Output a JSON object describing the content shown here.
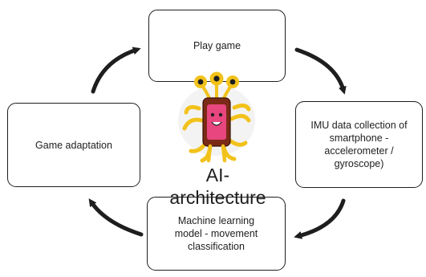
{
  "nodes": {
    "play_game": "Play game",
    "imu": {
      "line1": "IMU data collection of",
      "line2": "smartphone  -",
      "line3": "accelerometer /",
      "line4": "gyroscope)"
    },
    "ml": {
      "line1": "Machine learning",
      "line2": "model - movement",
      "line3": "classification"
    },
    "adaptation": "Game adaptation"
  },
  "center": {
    "label": "AI-architecture",
    "image": "yellow-monster-robot-figure"
  },
  "arrows": [
    "arrow-play-to-imu",
    "arrow-imu-to-ml",
    "arrow-ml-to-adaptation",
    "arrow-adaptation-to-play"
  ],
  "colors": {
    "stroke": "#1e1e1e",
    "monster_yellow": "#f2c21b",
    "monster_body": "#7a2a16",
    "monster_screen": "#e8467f"
  }
}
